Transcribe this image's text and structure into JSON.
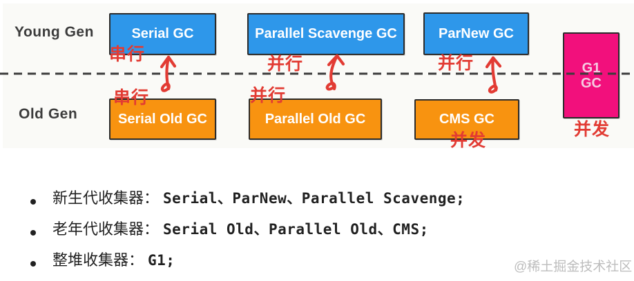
{
  "diagram": {
    "young_label": "Young Gen",
    "old_label": "Old Gen",
    "young_boxes": [
      {
        "label": "Serial GC"
      },
      {
        "label": "Parallel Scavenge GC"
      },
      {
        "label": "ParNew GC"
      }
    ],
    "old_boxes": [
      {
        "label": "Serial Old GC"
      },
      {
        "label": "Parallel Old GC"
      },
      {
        "label": "CMS GC"
      }
    ],
    "g1_box": {
      "line1": "G1",
      "line2": "GC"
    },
    "annotations": {
      "serial_young": "串行",
      "serial_old": "串行",
      "parallel_scavenge_young": "并行",
      "parallel_scavenge_old": "并行",
      "parnew": "并行",
      "cms_concurrent": "并发",
      "g1_concurrent": "并发"
    }
  },
  "notes": {
    "items": [
      {
        "zh": "新生代收集器：",
        "en": "Serial、ParNew、Parallel Scavenge;"
      },
      {
        "zh": "老年代收集器：",
        "en": "Serial Old、Parallel Old、CMS;"
      },
      {
        "zh": "整堆收集器：",
        "en": "G1;"
      }
    ]
  },
  "watermark": "@稀土掘金技术社区",
  "colors": {
    "young_box": "#2E97EA",
    "old_box": "#F89310",
    "g1_box": "#F2107C",
    "annotation_red": "#E23B33",
    "dash": "#3B3B3B",
    "box_border": "#2B2B2B",
    "box_text": "#FFFFFF",
    "g1_text": "#F6CCE2",
    "gen_label": "#3C3C3C",
    "note_text": "#212121",
    "watermark": "#BDBDBD",
    "panel_bg": "#FAFAF7"
  }
}
